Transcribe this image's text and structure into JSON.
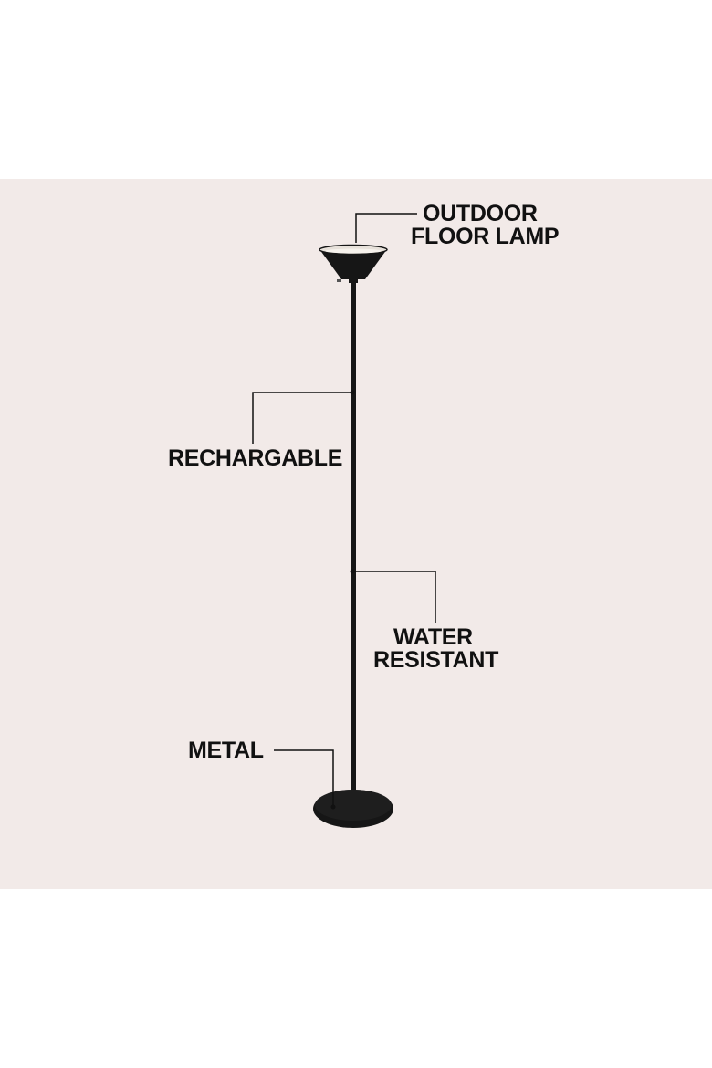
{
  "colors": {
    "background": "#ffffff",
    "panel": "#f2eae8",
    "ink": "#111111",
    "lamp": "#161616",
    "shade_inner": "#e7e1da"
  },
  "callouts": {
    "outdoor_floor_lamp": {
      "line1": "OUTDOOR",
      "line2": "FLOOR LAMP"
    },
    "rechargable": {
      "line1": "RECHARGABLE"
    },
    "water_resistant": {
      "line1": "WATER",
      "line2": "RESISTANT"
    },
    "metal": {
      "line1": "METAL"
    }
  }
}
